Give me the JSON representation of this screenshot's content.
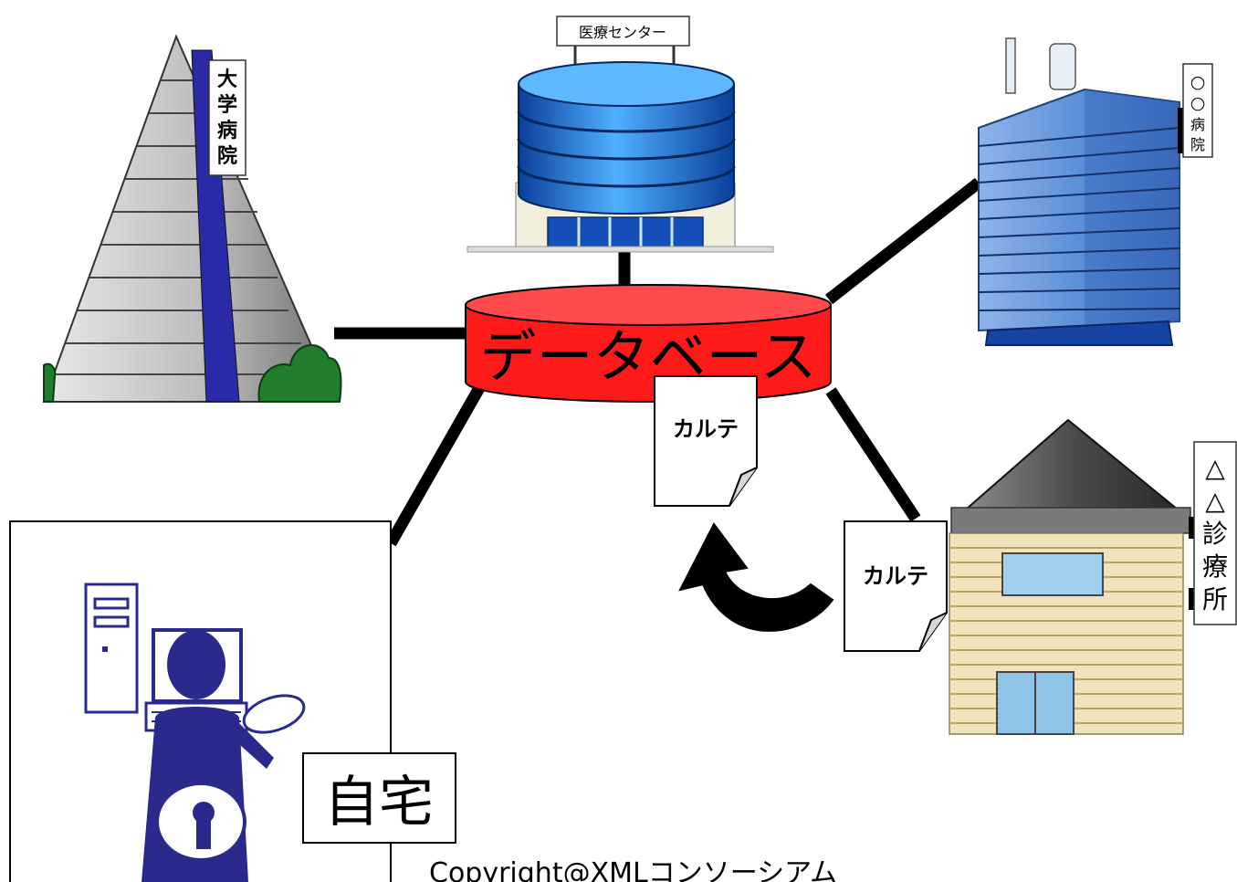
{
  "database": {
    "label": "データベース",
    "fill": "#ff1a1a"
  },
  "buildings": {
    "university": {
      "sign": [
        "大",
        "学",
        "病",
        "院"
      ]
    },
    "medical_center": {
      "sign": "医療センター"
    },
    "hospital": {
      "sign": [
        "○",
        "○",
        "病",
        "院"
      ]
    },
    "clinic": {
      "sign": [
        "△",
        "△",
        "診",
        "療",
        "所"
      ]
    }
  },
  "home": {
    "label": "自宅"
  },
  "karte": {
    "doc1": "カルテ",
    "doc2": "カルテ"
  },
  "footer": {
    "copyright": "Copyright@XMLコンソーシアム"
  },
  "colors": {
    "building_blue": "#1a66c8",
    "user_navy": "#2a2a8c",
    "line": "#000000"
  }
}
